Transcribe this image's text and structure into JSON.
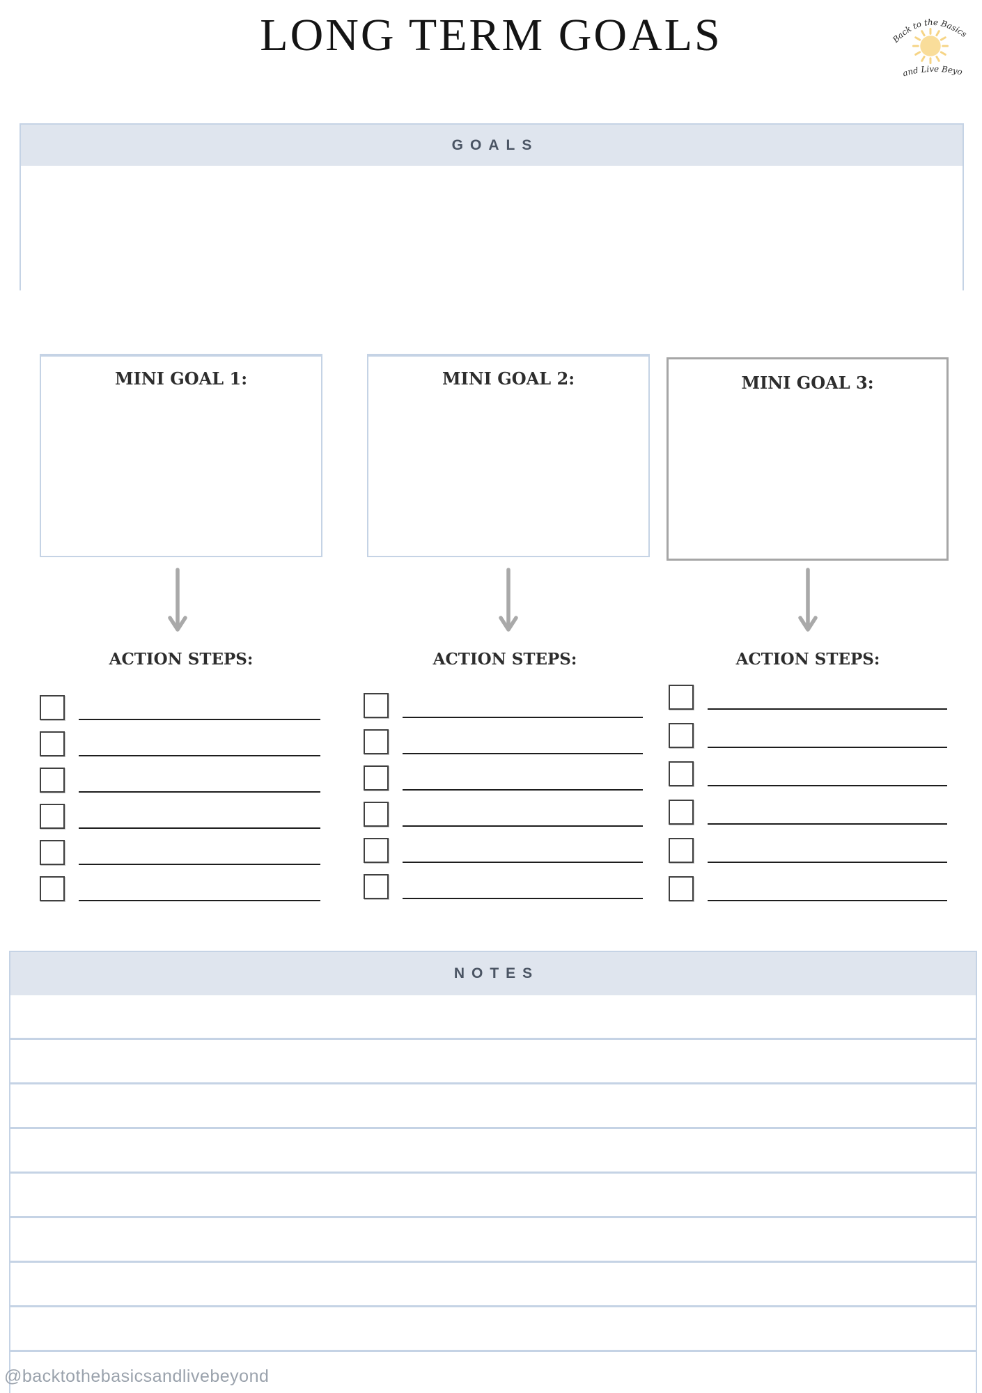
{
  "page": {
    "title": "LONG TERM GOALS",
    "watermark": "@backtothebasicsandlivebeyond"
  },
  "logo": {
    "arc_text": "Back to the Basics",
    "bottom_text": "and Live Beyond"
  },
  "goals": {
    "header": "GOALS",
    "content": ""
  },
  "mini_goals": {
    "columns": [
      {
        "label": "MINI GOAL 1:",
        "content": "",
        "action_header": "ACTION STEPS:",
        "steps": [
          "",
          "",
          "",
          "",
          "",
          ""
        ]
      },
      {
        "label": "MINI GOAL 2:",
        "content": "",
        "action_header": "ACTION STEPS:",
        "steps": [
          "",
          "",
          "",
          "",
          "",
          ""
        ]
      },
      {
        "label": "MINI GOAL 3:",
        "content": "",
        "action_header": "ACTION STEPS:",
        "steps": [
          "",
          "",
          "",
          "",
          "",
          ""
        ]
      }
    ]
  },
  "notes": {
    "header": "NOTES",
    "rows": [
      "",
      "",
      "",
      "",
      "",
      "",
      "",
      "",
      ""
    ]
  },
  "colors": {
    "accent_light_blue": "#dfe5ee",
    "border_blue": "#c5d3e5",
    "border_gray": "#a6a6a6",
    "header_text": "#4a5463",
    "label_text": "#2d2d2d",
    "line_black": "#1d1d1d",
    "arrow_gray": "#a9a9a9",
    "sun_yellow": "#f9dd9a",
    "sun_ray": "#f6d485",
    "watermark_gray": "#9aa2ac"
  }
}
